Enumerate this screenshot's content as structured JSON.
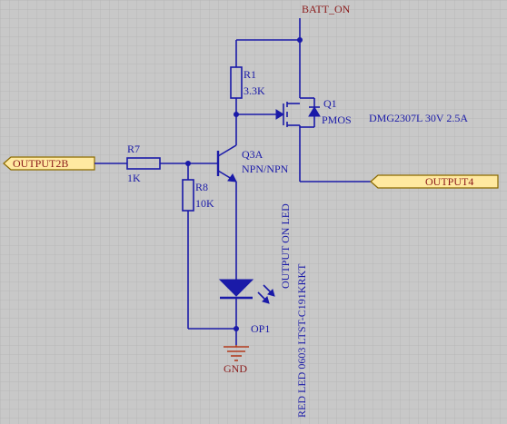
{
  "nets": {
    "batt_on": "BATT_ON",
    "gnd": "GND"
  },
  "ports": {
    "left": "OUTPUT2B",
    "right": "OUTPUT4"
  },
  "components": {
    "r1": {
      "ref": "R1",
      "value": "3.3K"
    },
    "r7": {
      "ref": "R7",
      "value": "1K"
    },
    "r8": {
      "ref": "R8",
      "value": "10K"
    },
    "q1": {
      "ref": "Q1",
      "type": "PMOS",
      "part": "DMG2307L 30V 2.5A"
    },
    "q3a": {
      "ref": "Q3A",
      "type": "NPN/NPN"
    },
    "op1": {
      "ref": "OP1",
      "desc1": "OUTPUT ON LED",
      "desc2": "RED LED 0603 LTST-C191KRKT"
    }
  },
  "colors": {
    "background": "#c8c8c8",
    "grid": "#b4b4b4",
    "wire": "#1a1aa8",
    "net_label": "#8b1a1a",
    "ground": "#b23b1e",
    "port_fill": "#ffe9a0"
  }
}
